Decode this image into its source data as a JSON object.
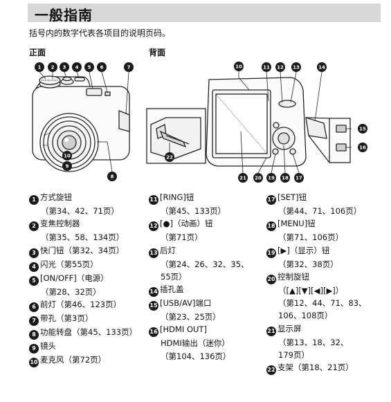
{
  "title": "一般指南",
  "intro": "括号内的数字代表各项目的说明页码。",
  "labels": {
    "front": "正面",
    "back": "背面"
  },
  "callouts": {
    "front": [
      "1",
      "2",
      "3",
      "4",
      "5",
      "6",
      "7",
      "8",
      "9",
      "10"
    ],
    "back": [
      "10",
      "11",
      "12",
      "13",
      "14",
      "15",
      "16",
      "17",
      "18",
      "19",
      "20",
      "21",
      "22"
    ]
  },
  "items": [
    {
      "num": "1",
      "name": "方式旋钮",
      "pages": [
        "（第34、42、71页）"
      ]
    },
    {
      "num": "2",
      "name": "变焦控制器",
      "pages": [
        "（第35、58、134页）"
      ]
    },
    {
      "num": "3",
      "name": "快门钮（第32、34页）",
      "pages": []
    },
    {
      "num": "4",
      "name": "闪光（第55页）",
      "pages": []
    },
    {
      "num": "5",
      "name": "[ON/OFF]（电源）",
      "pages": [
        "（第28、32页）"
      ]
    },
    {
      "num": "6",
      "name": "前灯（第46、123页）",
      "pages": []
    },
    {
      "num": "7",
      "name": "带孔（第3页）",
      "pages": []
    },
    {
      "num": "8",
      "name": "功能转盘（第45、133页）",
      "pages": []
    },
    {
      "num": "9",
      "name": "镜头",
      "pages": []
    },
    {
      "num": "10",
      "name": "麦克风（第72页）",
      "pages": []
    },
    {
      "num": "11",
      "name": "[RING]钮",
      "pages": [
        "（第45、133页）"
      ]
    },
    {
      "num": "12",
      "name": "[●]（动画）钮",
      "pages": [
        "（第71页）"
      ]
    },
    {
      "num": "13",
      "name": "后灯",
      "pages": [
        "（第24、26、32、35、",
        "55页）"
      ]
    },
    {
      "num": "14",
      "name": "插孔盖",
      "pages": []
    },
    {
      "num": "15",
      "name": "[USB/AV]端口",
      "pages": [
        "（第23、25页）"
      ]
    },
    {
      "num": "16",
      "name": "[HDMI OUT]",
      "pages": [
        "HDMI输出（迷你）",
        "（第104、136页）"
      ]
    },
    {
      "num": "17",
      "name": "[SET]钮",
      "pages": [
        "（第44、71、106页）"
      ]
    },
    {
      "num": "18",
      "name": "[MENU]钮",
      "pages": [
        "（第71、106页）"
      ]
    },
    {
      "num": "19",
      "name": "[▶]（显示）钮",
      "pages": [
        "（第32、38页）"
      ]
    },
    {
      "num": "20",
      "name": "控制旋钮",
      "pages": [
        "（[▲][▼][◀][▶]）",
        "（第12、44、71、83、",
        "106、108页）"
      ]
    },
    {
      "num": "21",
      "name": "显示屏",
      "pages": [
        "（第13、18、32、",
        "179页）"
      ]
    },
    {
      "num": "22",
      "name": "支架（第18、21页）",
      "pages": []
    }
  ]
}
